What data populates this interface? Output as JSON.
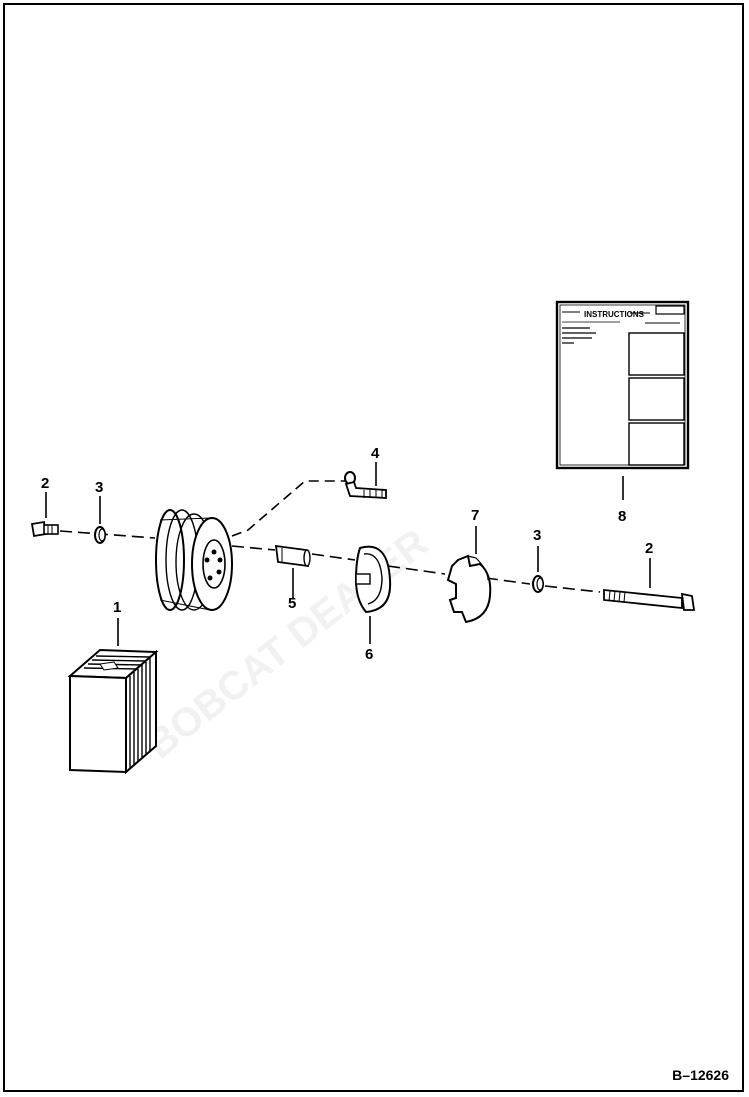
{
  "figure_number": "B–12626",
  "callouts": [
    {
      "id": "c2-left",
      "label": "2"
    },
    {
      "id": "c3-left",
      "label": "3"
    },
    {
      "id": "c4",
      "label": "4"
    },
    {
      "id": "c1",
      "label": "1"
    },
    {
      "id": "c6",
      "label": "6"
    },
    {
      "id": "c7",
      "label": "7"
    },
    {
      "id": "c3-right",
      "label": "3"
    },
    {
      "id": "c2-right",
      "label": "2"
    },
    {
      "id": "c8",
      "label": "8"
    },
    {
      "id": "c5",
      "label": "5"
    }
  ],
  "instructions_sheet": {
    "heading": "INSTRUCTIONS"
  }
}
